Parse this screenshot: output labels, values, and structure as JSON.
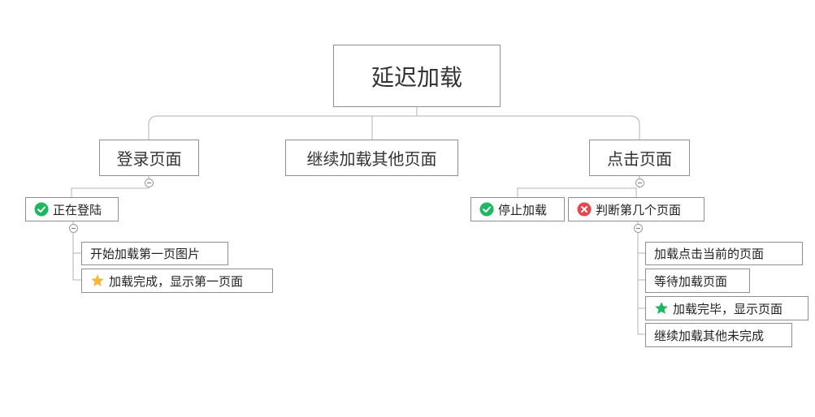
{
  "root": {
    "label": "延迟加载"
  },
  "branches": {
    "login": {
      "label": "登录页面",
      "logging_in": {
        "label": "正在登陆",
        "icon": "check-circle-icon",
        "steps": {
          "start_loading": "开始加载第一页图片",
          "loaded": {
            "label": "加载完成，显示第一页面",
            "icon": "star-icon"
          }
        }
      }
    },
    "continue": {
      "label": "继续加载其他页面"
    },
    "click": {
      "label": "点击页面",
      "stop": {
        "label": "停止加载",
        "icon": "check-circle-icon"
      },
      "judge": {
        "label": "判断第几个页面",
        "icon": "cross-circle-icon",
        "steps": {
          "load_current": "加载点击当前的页面",
          "wait": "等待加载页面",
          "done": {
            "label": "加载完毕，显示页面",
            "icon": "star-icon"
          },
          "continue_unfinished": "继续加载其他未完成"
        }
      }
    }
  },
  "colors": {
    "line": "#b3b3b3",
    "border": "#8f8f8f",
    "check": "#1fb860",
    "cross": "#e8474f",
    "star_gold": "#f5b83c",
    "star_green": "#1fb860"
  }
}
